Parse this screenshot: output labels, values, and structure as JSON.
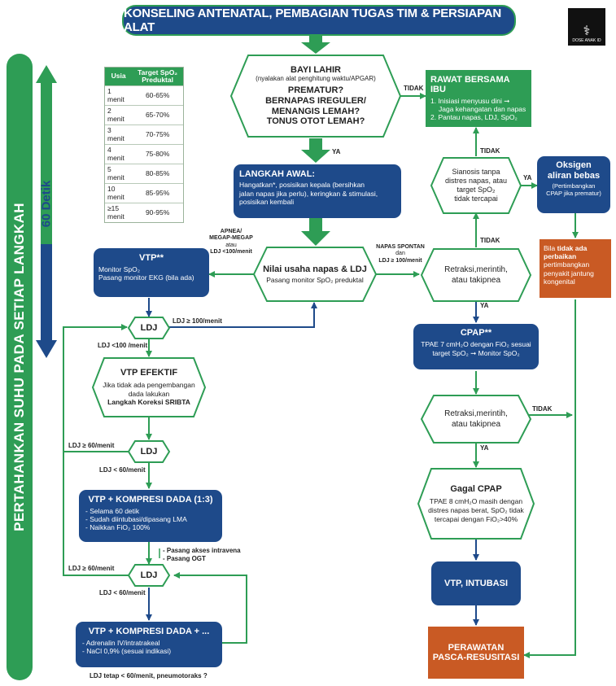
{
  "header": {
    "title": "KONSELING ANTENATAL, PEMBAGIAN TUGAS TIM & PERSIAPAN ALAT"
  },
  "sidebar": {
    "label": "PERTAHANKAN SUHU PADA SETIAP LANGKAH",
    "timer": "60 Detik"
  },
  "logo": {
    "text": "DOSE ANAK ID"
  },
  "spo2_table": {
    "headers": [
      "Usia",
      "Target SpO₂ Preduktal"
    ],
    "rows": [
      [
        "1 menit",
        "60-65%"
      ],
      [
        "2 menit",
        "65-70%"
      ],
      [
        "3 menit",
        "70-75%"
      ],
      [
        "4 menit",
        "75-80%"
      ],
      [
        "5 menit",
        "80-85%"
      ],
      [
        "10 menit",
        "85-95%"
      ],
      [
        "≥15 menit",
        "90-95%"
      ]
    ]
  },
  "bayi_lahir": {
    "title": "BAYI LAHIR",
    "subtitle": "(nyalakan alat penghitung waktu/APGAR)",
    "q1": "PREMATUR?",
    "q2": "BERNAPAS IREGULER/",
    "q3": "MENANGIS LEMAH?",
    "q4": "TONUS OTOT LEMAH?"
  },
  "rawat": {
    "title": "RAWAT BERSAMA IBU",
    "i1": "1. Inisiasi menyusu dini ➞",
    "i1b": "Jaga kehangatan dan napas",
    "i2": "2. Pantau napas, LDJ, SpO₂"
  },
  "langkah": {
    "title": "LANGKAH AWAL:",
    "l1": "Hangatkan*, posisikan kepala (bersihkan",
    "l2": "jalan napas jika perlu), keringkan & stimulasi,",
    "l3": "posisikan kembali"
  },
  "nilai": {
    "title": "Nilai usaha napas & LDJ",
    "body": "Pasang monitor SpO₂ preduktal"
  },
  "vtp": {
    "title": "VTP**",
    "l1": "Monitor SpO₂",
    "l2": "Pasang monitor EKG (bila ada)"
  },
  "sianosis": {
    "l1": "Sianosis tanpa",
    "l2": "distres napas, atau",
    "l3": "target SpO₂",
    "l4": "tidak tercapai"
  },
  "oksigen": {
    "title1": "Oksigen",
    "title2": "aliran bebas",
    "l1": "(Pertimbangkan",
    "l2": "CPAP jika prematur)"
  },
  "bila": {
    "pre": "Bila",
    "b1": "tidak ada",
    "b2": "perbaikan",
    "l1": "pertimbangkan",
    "l2": "penyakit jantung",
    "l3": "kongenital"
  },
  "retraksi1": {
    "l1": "Retraksi,merintih,",
    "l2": "atau takipnea"
  },
  "retraksi2": {
    "l1": "Retraksi,merintih,",
    "l2": "atau takipnea"
  },
  "cpap": {
    "title": "CPAP**",
    "l1": "TPAE 7 cmH₂O dengan FiO₂ sesuai",
    "l2": "target SpO₂ ➞ Monitor SpO₂"
  },
  "vtp_efektif": {
    "title": "VTP EFEKTIF",
    "l1": "Jika tidak ada pengembangan",
    "l2": "dada lakukan",
    "l3": "Langkah Koreksi SRIBTA"
  },
  "gagal": {
    "title": "Gagal CPAP",
    "l1": "TPAE 8 cmH₂O masih dengan",
    "l2": "distres napas berat, SpO₂ tidak",
    "l3": "tercapai dengan FiO₂>40%"
  },
  "kompresi1": {
    "title": "VTP + KOMPRESI DADA (1:3)",
    "l1": "- Selama 60 detik",
    "l2": "- Sudah diintubasi/dipasang LMA",
    "l3": "- Naikkan FiO₂ 100%"
  },
  "akses": {
    "l1": "- Pasang akses intravena",
    "l2": "- Pasang OGT"
  },
  "vtp_intubasi": {
    "title": "VTP, INTUBASI"
  },
  "kompresi2": {
    "title": "VTP + KOMPRESI DADA + ...",
    "l1": "- Adrenalin IV/intratrakeal",
    "l2": "- NaCl 0,9% (sesuai indikasi)"
  },
  "perawatan": {
    "l1": "PERAWATAN",
    "l2": "PASCA-RESUSITASI"
  },
  "ldj_nodes": {
    "n1": "LDJ",
    "n2": "LDJ",
    "n3": "LDJ"
  },
  "labels": {
    "tidak1": "TIDAK",
    "ya1": "YA",
    "apnea1": "APNEA/",
    "apnea2": "MEGAP-MEGAP",
    "apnea3": "atau",
    "apnea4": "LDJ <100/menit",
    "spontan1": "NAPAS SPONTAN",
    "spontan2": "dan",
    "spontan3": "LDJ ≥ 100/menit",
    "tidak_sianosis": "TIDAK",
    "ya_oksigen": "YA",
    "tidak_retraksi1": "TIDAK",
    "ya_retraksi1": "YA",
    "tidak_retraksi2": "TIDAK",
    "ya_retraksi2": "YA",
    "ldj_ge100": "LDJ ≥ 100/menit",
    "ldj_lt100": "LDJ <100 /menit",
    "ldj_ge60_a": "LDJ ≥ 60/menit",
    "ldj_lt60_a": "LDJ < 60/menit",
    "ldj_ge60_b": "LDJ ≥ 60/menit",
    "ldj_lt60_b": "LDJ < 60/menit",
    "ldj_tetap": "LDJ tetap < 60/menit, pneumotoraks ?"
  },
  "colors": {
    "blue": "#1e4a8a",
    "green": "#2e9d55",
    "orange": "#c95a24"
  }
}
